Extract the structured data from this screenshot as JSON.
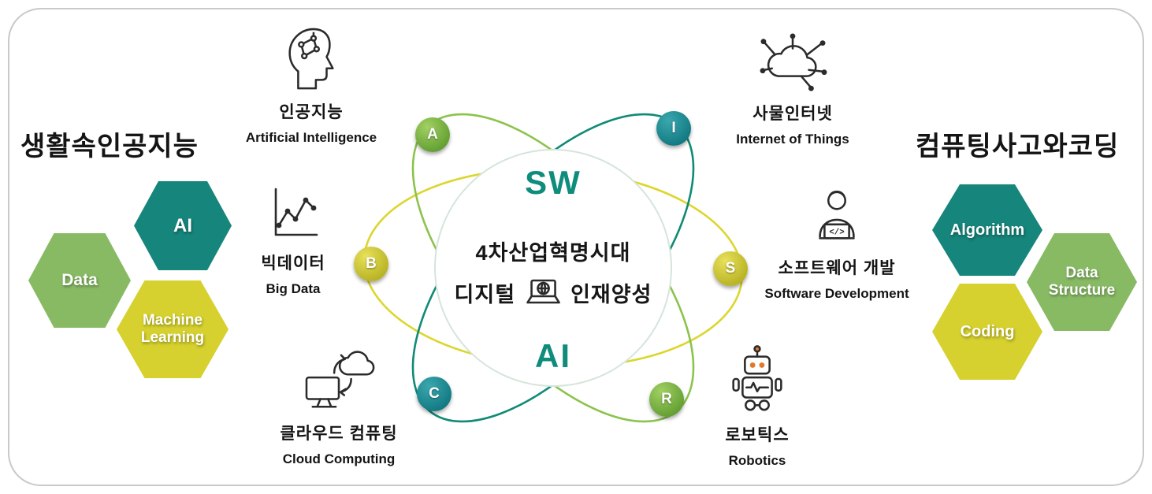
{
  "titles": {
    "left": "생활속인공지능",
    "right": "컴퓨팅사고와코딩"
  },
  "left_hex": {
    "top": "AI",
    "left": "Data",
    "bottom": "Machine Learning"
  },
  "right_hex": {
    "top": "Algorithm",
    "right": "Data Structure",
    "bottom": "Coding"
  },
  "center": {
    "top": "SW",
    "line1": "4차산업혁명시대",
    "line2_before": "디지털",
    "line2_after": "인재양성",
    "bottom": "AI"
  },
  "badges": [
    {
      "letter": "A",
      "color": "#6aab33"
    },
    {
      "letter": "I",
      "color": "#0b8691"
    },
    {
      "letter": "B",
      "color": "#cdc629"
    },
    {
      "letter": "S",
      "color": "#cdc629"
    },
    {
      "letter": "C",
      "color": "#0b8691"
    },
    {
      "letter": "R",
      "color": "#6aab33"
    }
  ],
  "tech_items": [
    {
      "icon": "ai-head-icon",
      "label_ko": "인공지능",
      "label_en": "Artificial Intelligence"
    },
    {
      "icon": "iot-network-icon",
      "label_ko": "사물인터넷",
      "label_en": "Internet of Things"
    },
    {
      "icon": "line-chart-icon",
      "label_ko": "빅데이터",
      "label_en": "Big Data"
    },
    {
      "icon": "developer-icon",
      "label_ko": "소프트웨어 개발",
      "label_en": "Software Development"
    },
    {
      "icon": "cloud-sync-icon",
      "label_ko": "클라우드 컴퓨팅",
      "label_en": "Cloud Computing"
    },
    {
      "icon": "robot-icon",
      "label_ko": "로보틱스",
      "label_en": "Robotics"
    }
  ],
  "colors": {
    "hex_teal": "#16857b",
    "hex_green": "#88ba64",
    "hex_yellow": "#d6d12e",
    "orbit_teal": "#108a77",
    "orbit_green": "#8cc34c",
    "orbit_yellow": "#dcd62f",
    "accent_text_teal": "#0e8c7c",
    "frame_border": "#c9c9c9",
    "robot_accent": "#e07a2a"
  }
}
